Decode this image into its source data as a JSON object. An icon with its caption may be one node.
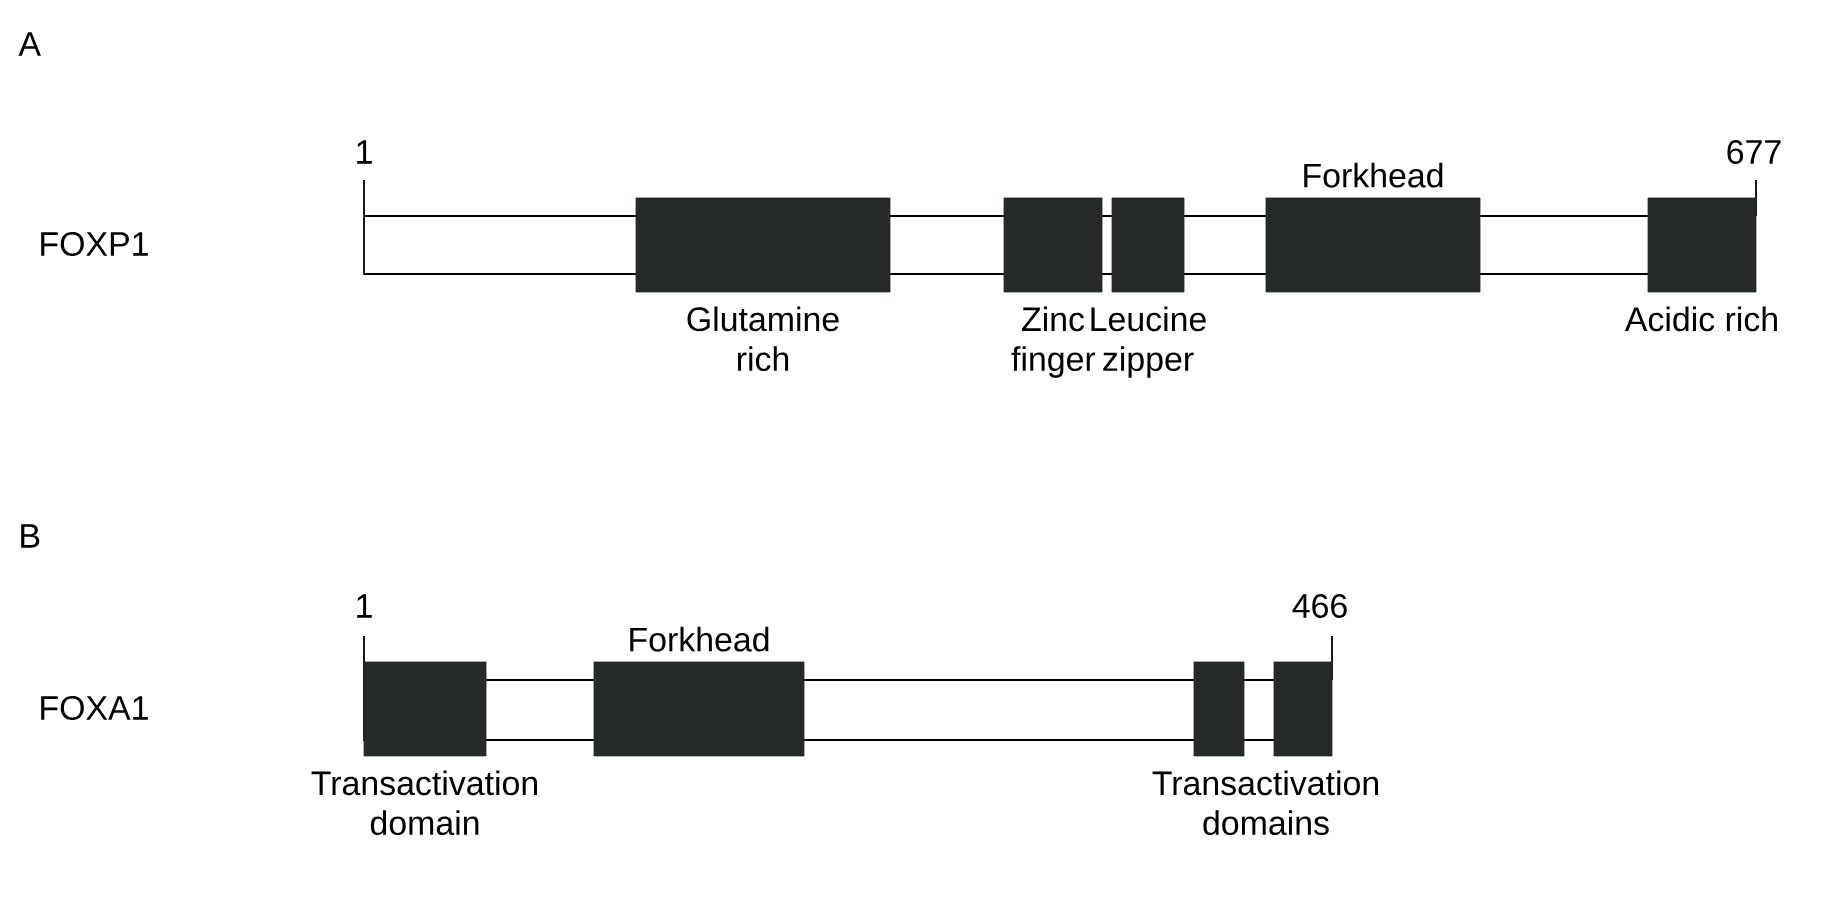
{
  "diagram": {
    "nodes": [
      {
        "text": [
          "Glutamine rich"
        ]
      },
      {
        "text": [
          "Zinc finger"
        ]
      },
      {
        "text": [
          "Leucine zipper"
        ]
      },
      {
        "text": [
          "Forkhead"
        ]
      },
      {
        "text": [
          "Acidic rich"
        ]
      },
      {
        "text": [
          "Transactivation domain"
        ]
      },
      {
        "text": [
          "Forkhead"
        ]
      },
      {
        "text": [],
        "shape": "box"
      },
      {
        "text": [],
        "shape": "box"
      }
    ],
    "labels": [
      "A",
      "1",
      "677",
      "FOXP1",
      "B",
      "1",
      "466",
      "FOXA1",
      "Transactivation domains"
    ]
  }
}
